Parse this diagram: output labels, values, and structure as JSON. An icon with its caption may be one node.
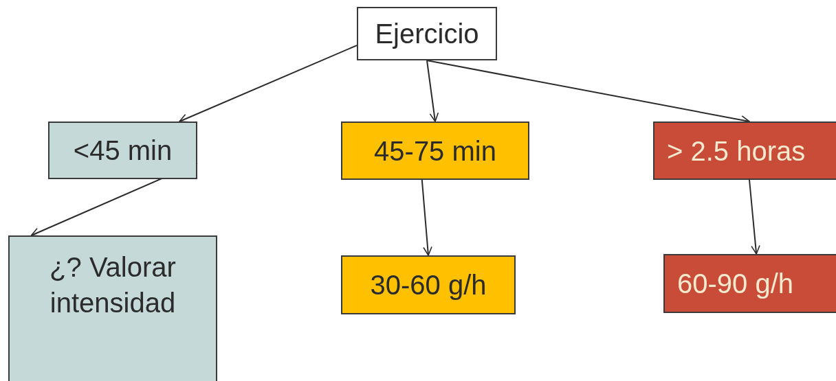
{
  "diagram": {
    "nodes": [
      {
        "text": [
          "Ejercicio"
        ]
      },
      {
        "text": [
          "<45 min"
        ]
      },
      {
        "text": [
          "45-75 min"
        ]
      },
      {
        "text": [
          "> 2.5 horas"
        ]
      },
      {
        "text": [
          "¿? Valorar intensidad"
        ]
      },
      {
        "text": [
          "30-60 g/h"
        ]
      },
      {
        "text": [
          "60-90 g/h"
        ]
      }
    ],
    "edges": [
      {
        "from": 0,
        "to": 1,
        "arrow": "to"
      },
      {
        "from": 0,
        "to": 2,
        "arrow": "to"
      },
      {
        "from": 0,
        "to": 3,
        "arrow": "to"
      },
      {
        "from": 1,
        "to": 4,
        "arrow": "to"
      },
      {
        "from": 2,
        "to": 5,
        "arrow": "to"
      },
      {
        "from": 3,
        "to": 6,
        "arrow": "to"
      }
    ]
  }
}
